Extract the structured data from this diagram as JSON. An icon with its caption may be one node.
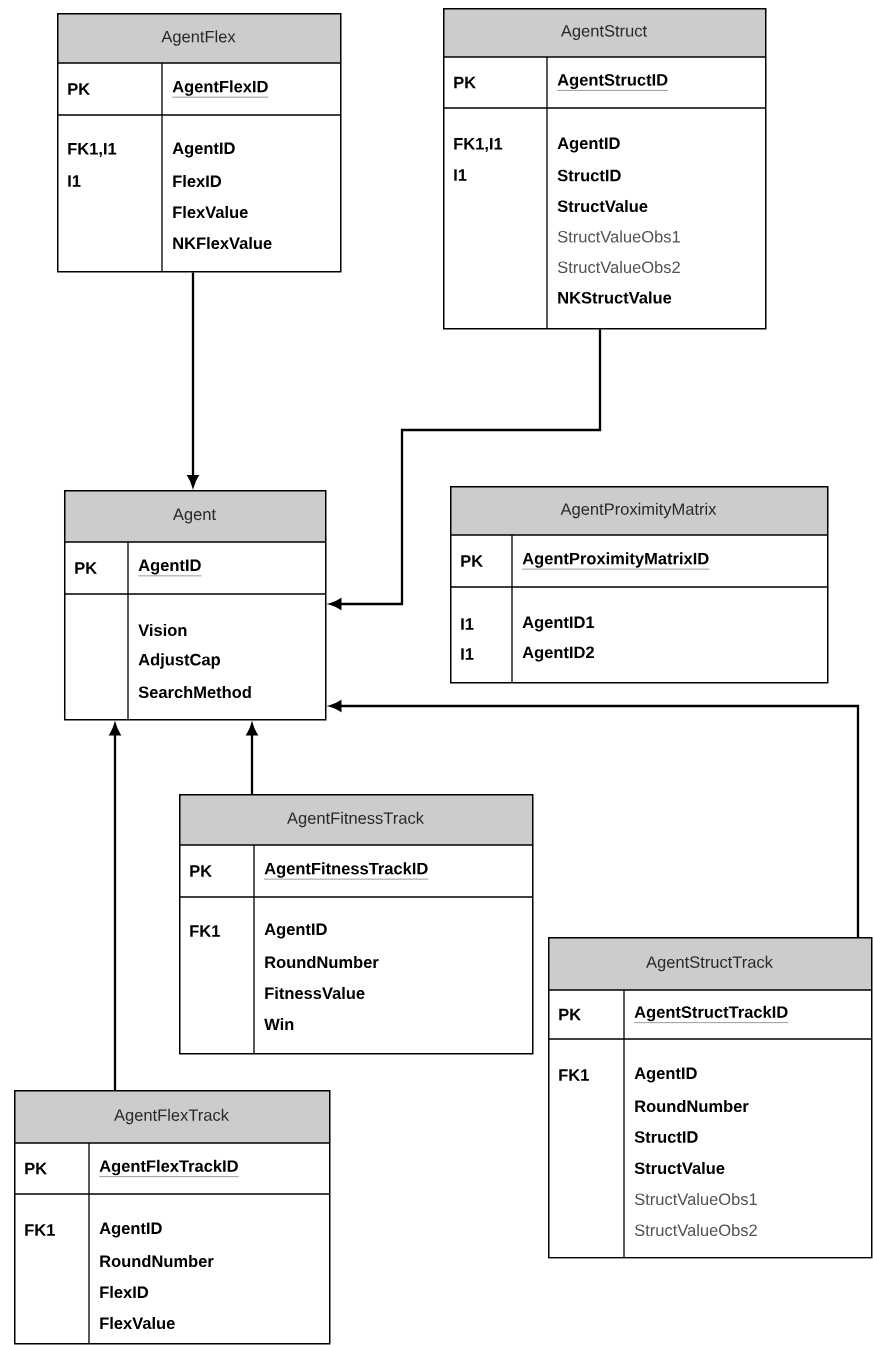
{
  "diagram": {
    "nodes": [
      {
        "text": [
          "AgentFlex",
          "PK",
          "AgentFlexID",
          "FK1,I1",
          "I1",
          "AgentID",
          "FlexID",
          "FlexValue",
          "NKFlexValue"
        ]
      },
      {
        "text": [
          "AgentStruct",
          "PK",
          "AgentStructID",
          "FK1,I1",
          "I1",
          "AgentID",
          "StructID",
          "StructValue",
          "StructValueObs1",
          "StructValueObs2",
          "NKStructValue"
        ]
      },
      {
        "text": [
          "Agent",
          "PK",
          "AgentID",
          "Vision",
          "AdjustCap",
          "SearchMethod"
        ]
      },
      {
        "text": [
          "AgentProximityMatrix",
          "PK",
          "AgentProximityMatrixID",
          "I1",
          "I1",
          "AgentID1",
          "AgentID2"
        ]
      },
      {
        "text": [
          "AgentFitnessTrack",
          "PK",
          "AgentFitnessTrackID",
          "FK1",
          "AgentID",
          "RoundNumber",
          "FitnessValue",
          "Win"
        ]
      },
      {
        "text": [
          "AgentStructTrack",
          "PK",
          "AgentStructTrackID",
          "FK1",
          "AgentID",
          "RoundNumber",
          "StructID",
          "StructValue",
          "StructValueObs1",
          "StructValueObs2"
        ]
      },
      {
        "text": [
          "AgentFlexTrack",
          "PK",
          "AgentFlexTrackID",
          "FK1",
          "AgentID",
          "RoundNumber",
          "FlexID",
          "FlexValue"
        ]
      }
    ],
    "edges": [
      {
        "from": 0,
        "to": 2,
        "arrow": "to"
      },
      {
        "from": 1,
        "to": 2,
        "arrow": "to"
      },
      {
        "from": 4,
        "to": 2,
        "arrow": "to"
      },
      {
        "from": 5,
        "to": 2,
        "arrow": "to"
      },
      {
        "from": 6,
        "to": 2,
        "arrow": "to"
      }
    ]
  }
}
